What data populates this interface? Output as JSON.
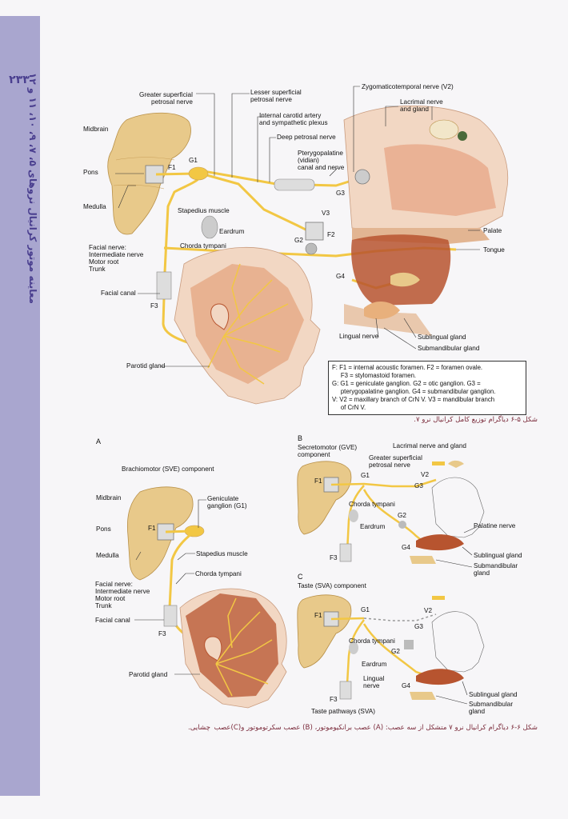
{
  "page": {
    "number": "۲۳۳",
    "running_head": "معاینه موتور کرانیال نروهای ۵، ۷، ۹، ۱۰، ۱۱ و ۱۲"
  },
  "figure_5": {
    "labels": {
      "midbrain": "Midbrain",
      "pons": "Pons",
      "medulla": "Medulla",
      "greater_superficial": "Greater superficial\npetrosal nerve",
      "lesser_superficial": "Lesser superficial\npetrosal nerve",
      "internal_carotid": "Internal carotid artery\nand sympathetic plexus",
      "deep_petrosal": "Deep petrosal nerve",
      "pterygopalatine": "Pterygopalatine\n(vidian)\ncanal and nerve",
      "zygomaticotemporal": "Zygomaticotemporal nerve (V2)",
      "lacrimal": "Lacrimal nerve\nand gland",
      "f1": "F1",
      "g1": "G1",
      "g3": "G3",
      "v3": "V3",
      "f2": "F2",
      "g2": "G2",
      "g4": "G4",
      "f3": "F3",
      "stapedius": "Stapedius muscle",
      "eardrum": "Eardrum",
      "chorda": "Chorda tympani",
      "facial_nerve": "Facial nerve:\nIntermediate nerve\nMotor root\nTrunk",
      "facial_canal": "Facial canal",
      "parotid": "Parotid gland",
      "palate": "Palate",
      "tongue": "Tongue",
      "lingual": "Lingual nerve",
      "sublingual": "Sublingual gland",
      "submandibular": "Submandibular gland"
    },
    "legend": [
      "F: F1 = internal acoustic foramen. F2 = foramen ovale.",
      "     F3 = stylomastoid foramen.",
      "G: G1 = geniculate ganglion. G2 = otic ganglion. G3 =",
      "     pterygopalatine ganglion. G4 = submandibular ganglion.",
      "V: V2 = maxillary branch of CrN V. V3 = mandibular branch",
      "     of CrN V."
    ],
    "caption": "شکل ۵-۶ دیاگرام توزیع کامل کرانیال نرو ۷."
  },
  "figure_6": {
    "panel_a": {
      "letter": "A",
      "title": "Brachiomotor (SVE) component",
      "midbrain": "Midbrain",
      "pons": "Pons",
      "medulla": "Medulla",
      "f1": "F1",
      "geniculate": "Geniculate\nganglion (G1)",
      "stapedius": "Stapedius muscle",
      "chorda": "Chorda tympani",
      "facial_nerve": "Facial nerve:\nIntermediate nerve\nMotor root\nTrunk",
      "facial_canal": "Facial canal",
      "f3": "F3",
      "parotid": "Parotid gland"
    },
    "panel_b": {
      "letter": "B",
      "title": "Secretomotor (GVE)\ncomponent",
      "lacrimal": "Lacrimal nerve and gland",
      "greater": "Greater superficial\npetrosal nerve",
      "f1": "F1",
      "g1": "G1",
      "v2": "V2",
      "g3": "G3",
      "chorda": "Chorda tympani",
      "g2": "G2",
      "eardrum": "Eardrum",
      "palatine": "Palatine nerve",
      "g4": "G4",
      "f3": "F3",
      "sublingual": "Sublingual gland",
      "submandibular": "Submandibular\ngland"
    },
    "panel_c": {
      "letter": "C",
      "title": "Taste (SVA) component",
      "f1": "F1",
      "g1": "G1",
      "v2": "V2",
      "g3": "G3",
      "chorda": "Chorda tympani",
      "g2": "G2",
      "eardrum": "Eardrum",
      "lingual": "Lingual\nnerve",
      "g4": "G4",
      "f3": "F3",
      "sublingual": "Sublingual gland",
      "submandibular": "Submandibular\ngland",
      "pathways": "Taste pathways (SVA)"
    },
    "caption_line1": "شکل ۶-۶ دیاگرام کرانیال نرو ۷ متشکل از سه عصب: (A) عصب برانکیوموتور، (B) عصب سکرتوموتور و(C)عصب",
    "caption_line2": "چشایی."
  },
  "colors": {
    "nerve": "#f2c744",
    "brain": "#e8c98a",
    "tissue": "#e4a27c",
    "muscle": "#b7542f",
    "tab": "#a9a6cf"
  }
}
